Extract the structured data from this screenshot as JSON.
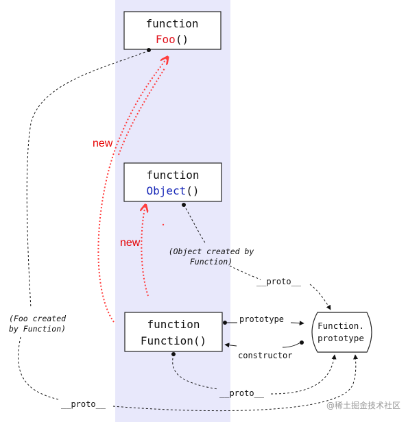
{
  "nodes": {
    "foo": {
      "keyword": "function",
      "name": "Foo",
      "suffix": "()",
      "name_color": "#e0141e"
    },
    "object": {
      "keyword": "function",
      "name": "Object",
      "suffix": "()",
      "name_color": "#1a2ab8"
    },
    "function": {
      "keyword": "function",
      "name": "Function()"
    },
    "function_prototype": {
      "line1": "Function.",
      "line2": "prototype"
    }
  },
  "edges": {
    "new_foo": "new",
    "new_object": "new",
    "prototype": "prototype",
    "constructor": "constructor",
    "proto_object": "__proto__",
    "proto_function": "__proto__",
    "proto_foo": "__proto__"
  },
  "notes": {
    "object_created": [
      "(Object created by",
      "Function)"
    ],
    "foo_created": [
      "(Foo created",
      "by Function)"
    ]
  },
  "watermark": "@稀土掘金技术社区",
  "colors": {
    "band": "#e8e8fb",
    "new_arrow": "#ff3b3b",
    "new_label": "#e60000"
  }
}
